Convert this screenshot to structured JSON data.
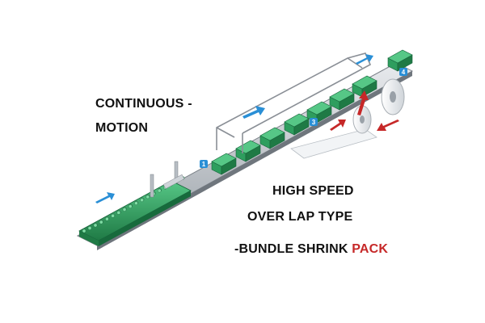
{
  "captions": {
    "left_line1": "CONTINUOUS -",
    "left_line2": "MOTION",
    "right_line1": "HIGH SPEED",
    "right_line2": "OVER LAP TYPE",
    "right_line3_main": "-BUNDLE SHRINK ",
    "right_line3_accent": "PACK"
  },
  "stations": [
    "1",
    "3",
    "4"
  ],
  "colors": {
    "product_green": "#2e9e5e",
    "product_dark": "#1f7a45",
    "flow_arrow": "#2a8fd6",
    "film_arrow": "#c62828",
    "frame": "#8a8f96",
    "accent_text": "#c62828"
  }
}
